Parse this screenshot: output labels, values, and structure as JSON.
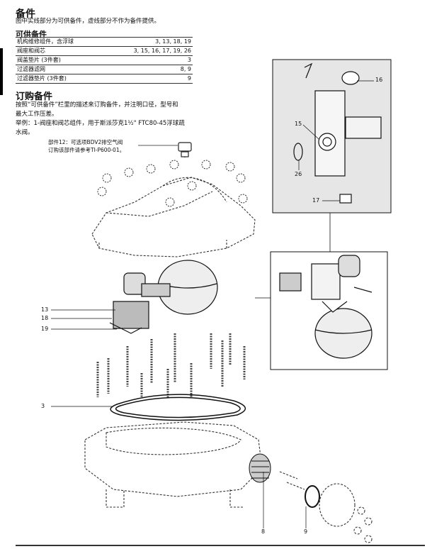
{
  "spares_heading": "备件",
  "spares_note": "图中实线部分为可供备件，虚线部分不作为备件提供。",
  "available_heading": "可供备件",
  "available_parts": [
    {
      "name": "机构维修组件，含浮球",
      "parts": "3, 13, 18, 19"
    },
    {
      "name": "阀座和阀芯",
      "parts": "3, 15, 16, 17, 19, 26"
    },
    {
      "name": "阀盖垫片 (3件套)",
      "parts": "3"
    },
    {
      "name": "过滤器滤网",
      "parts": "8, 9"
    },
    {
      "name": "过滤器垫片 (3件套)",
      "parts": "9"
    }
  ],
  "ordering_heading": "订购备件",
  "ordering_text_1": "按照“可供备件”栏里的描述来订购备件，并注明口径，型号和",
  "ordering_text_2": "最大工作压差。",
  "ordering_text_3": "举例：1-阀座和阀芯组件，用于斯派莎克1½\" FTC80-45浮球疏",
  "ordering_text_4": "水阀。",
  "part12_note_1": "部件12：可选项BDV2排空气阀",
  "part12_note_2": "订购该部件请参考TI-P600-01。",
  "callouts": {
    "c16": "16",
    "c15": "15",
    "c26": "26",
    "c17": "17",
    "c13": "13",
    "c18": "18",
    "c19": "19",
    "c3": "3",
    "c8": "8",
    "c9": "9"
  }
}
